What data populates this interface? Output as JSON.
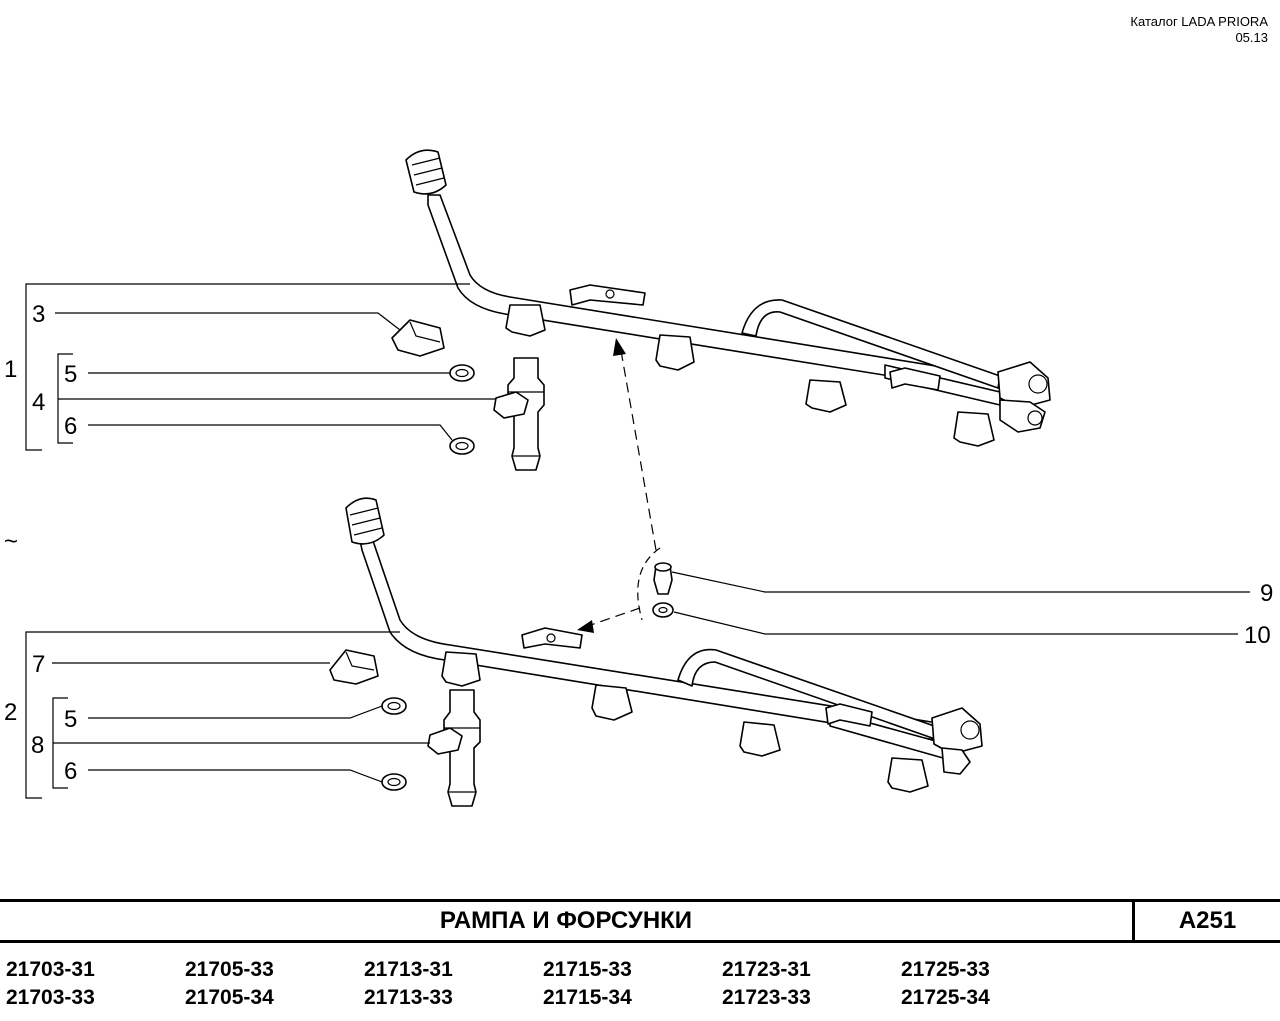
{
  "header": {
    "catalog": "Каталог  LADA  PRIORA",
    "date": "05.13"
  },
  "callouts": {
    "assembly_1": "1",
    "assembly_2": "2",
    "item_3": "3",
    "item_4": "4",
    "item_5_top": "5",
    "item_6_top": "6",
    "item_7": "7",
    "item_8": "8",
    "item_5_bottom": "5",
    "item_6_bottom": "6",
    "item_9": "9",
    "item_10": "10",
    "alt_mark": "~"
  },
  "title_block": {
    "title": "РАМПА   И   ФОРСУНКИ",
    "code": "A251"
  },
  "models": [
    [
      "21703-31",
      "21703-33"
    ],
    [
      "21705-33",
      "21705-34"
    ],
    [
      "21713-31",
      "21713-33"
    ],
    [
      "21715-33",
      "21715-34"
    ],
    [
      "21723-31",
      "21723-33"
    ],
    [
      "21725-33",
      "21725-34"
    ]
  ]
}
